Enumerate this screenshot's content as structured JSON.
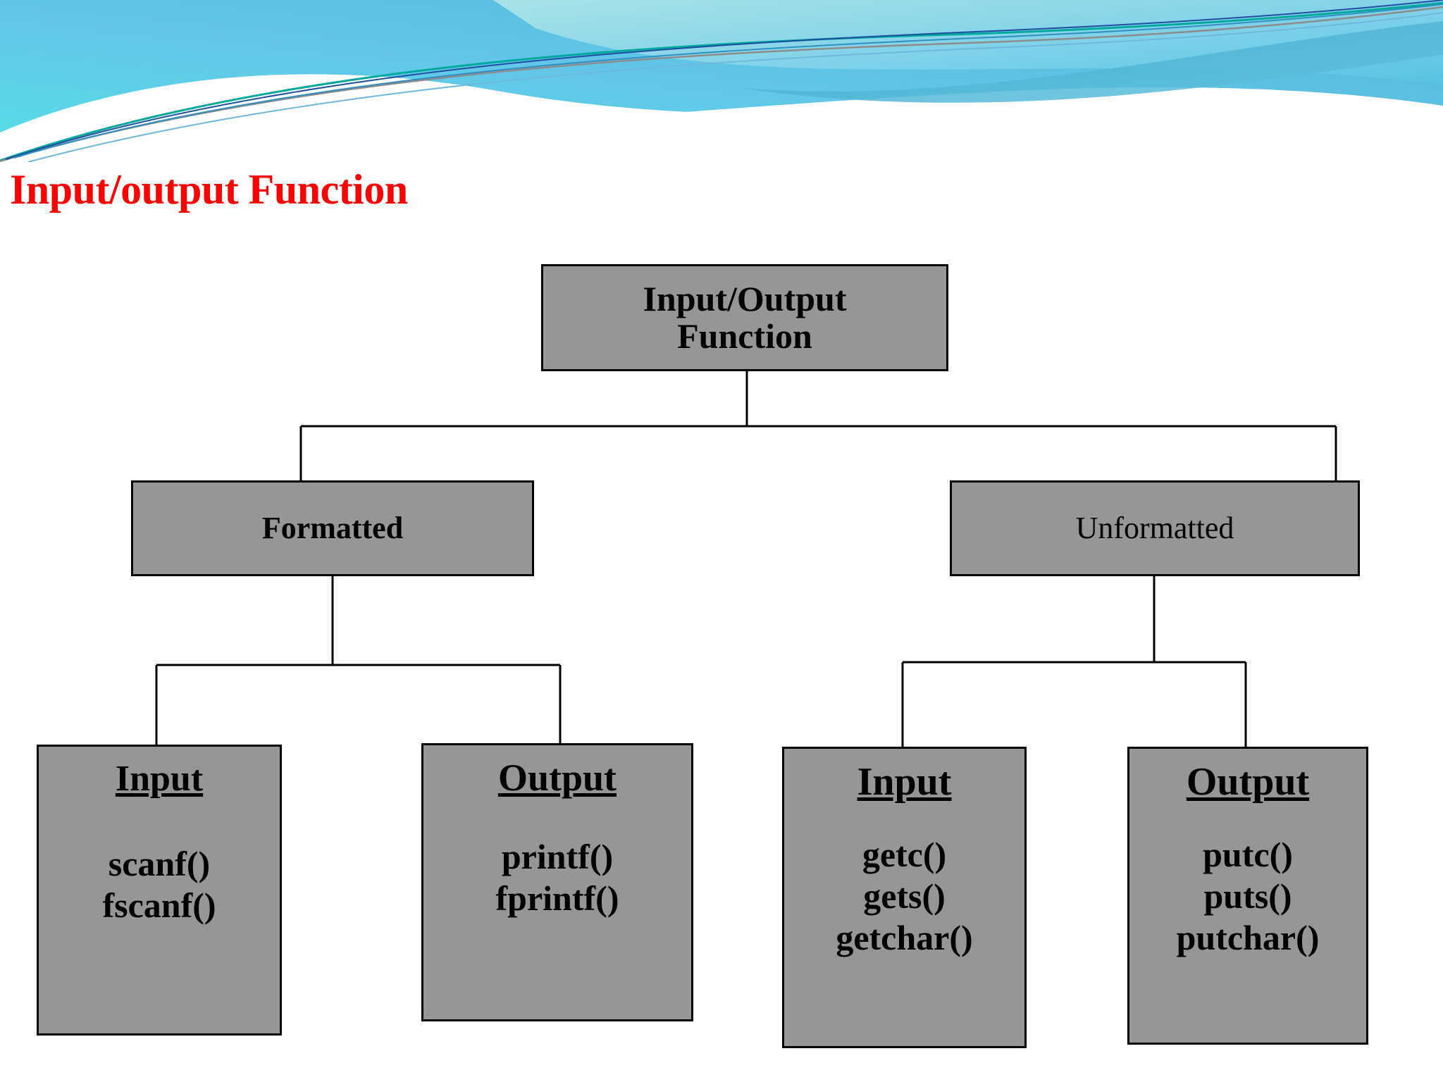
{
  "slide": {
    "title": "Input/output Function",
    "title_color": "#FF0000",
    "background_color": "#FFFFFF",
    "node_fill_color": "#969696",
    "node_border_color": "#000000",
    "banner": {
      "icon": "wave-swoosh-banner",
      "colors": [
        "#4FD2E0",
        "#6EC9E8",
        "#2EA8C8",
        "#00A99D",
        "#1F4EA1",
        "#8C8C8C"
      ]
    }
  },
  "diagram": {
    "type": "tree",
    "root": {
      "label": "Input/Output Function",
      "line1": "Input/Output",
      "line2": "Function"
    },
    "level2": [
      {
        "label": "Formatted"
      },
      {
        "label": "Unformatted"
      }
    ],
    "leaves": [
      {
        "heading": "Input",
        "parent": "Formatted",
        "functions": [
          "scanf()",
          "fscanf()"
        ]
      },
      {
        "heading": "Output",
        "parent": "Formatted",
        "functions": [
          "printf()",
          "fprintf()"
        ]
      },
      {
        "heading": "Input",
        "parent": "Unformatted",
        "functions": [
          "getc()",
          "gets()",
          "getchar()"
        ]
      },
      {
        "heading": "Output",
        "parent": "Unformatted",
        "functions": [
          "putc()",
          "puts()",
          "putchar()"
        ]
      }
    ]
  }
}
